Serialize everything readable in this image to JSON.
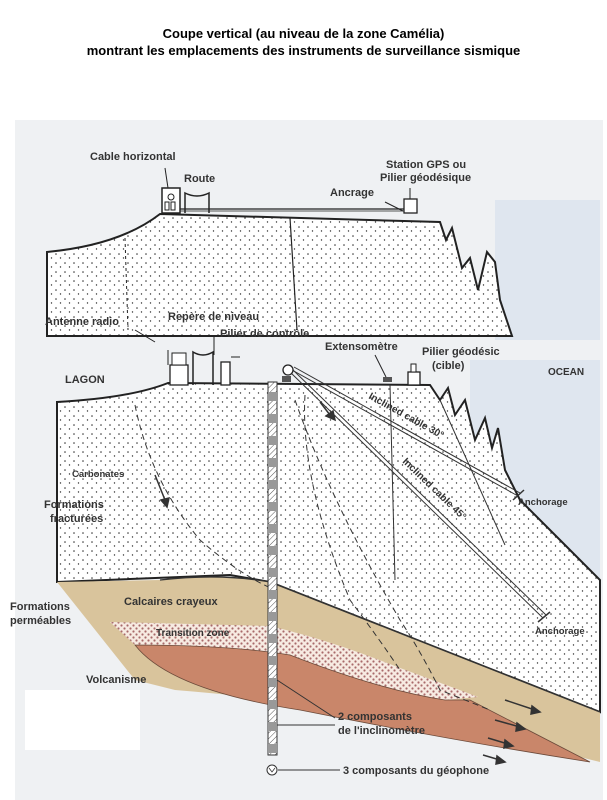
{
  "title": {
    "line1": "Coupe vertical (au niveau de la zone Camélia)",
    "line2": "montrant les emplacements des instruments de surveillance sismique"
  },
  "top_section": {
    "cable_horizontal": "Cable horizontal",
    "route": "Route",
    "station_gps_1": "Station GPS ou",
    "station_gps_2": "Pilier géodésique",
    "ancrage": "Ancrage"
  },
  "bottom_section": {
    "antenne_radio": "Antenne radio",
    "repere_niveau": "Repère de niveau",
    "pilier_controle": "Pilier de contrôle",
    "extensometre": "Extensomètre",
    "pilier_geodesic_1": "Pilier géodésic",
    "pilier_geodesic_2": "(cible)",
    "lagon": "LAGON",
    "ocean": "OCEAN",
    "cable_30": "Inclined cable 30°",
    "cable_45": "Inclined cable 45°",
    "anchorage_1": "Anchorage",
    "anchorage_2": "Anchorage",
    "carbonates": "Carbonates",
    "formations_fracturees_1": "Formations",
    "formations_fracturees_2": "fracturées",
    "formations_permeables_1": "Formations",
    "formations_permeables_2": "perméables",
    "calcaires": "Calcaires crayeux",
    "transition": "Transition zone",
    "volcanisme": "Volcanisme",
    "inclinometre_1": "2 composants",
    "inclinometre_2": "de l'inclinomètre",
    "geophone": "3 composants du géophone"
  },
  "colors": {
    "tan": "#d9c49c",
    "volcanic": "#c9866a",
    "transition_dots": "#a86a6a",
    "ocean": "#dfe6ef",
    "background": "#eff1f3"
  }
}
